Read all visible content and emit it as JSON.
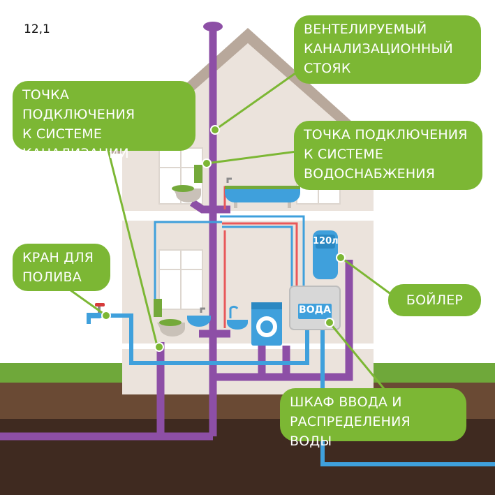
{
  "page_number": "12,1",
  "labels": {
    "vent_stack": "ВЕНТЕЛИРУЕМЫЙ\nКАНАЛИЗАЦИОННЫЙ\nСТОЯК",
    "sewer_connection": "ТОЧКА ПОДКЛЮЧЕНИЯ\nК СИСТЕМЕ\nКАНАЛИЗАЦИИ",
    "water_connection": "ТОЧКА ПОДКЛЮЧЕНИЯ\nК СИСТЕМЕ\nВОДОСНАБЖЕНИЯ",
    "garden_tap": "КРАН ДЛЯ\nПОЛИВА",
    "boiler": "БОЙЛЕР",
    "water_cabinet": "ШКАФ ВВОДА И\nРАСПРЕДЕЛЕНИЯ ВОДЫ"
  },
  "boiler_volume": "120л",
  "cabinet_sign": "ВОДА",
  "colors": {
    "callout": "#7cb734",
    "sewer_pipe": "#8d4fa6",
    "cold_water_pipe": "#3fa0dc",
    "hot_water_pipe": "#e8585a",
    "house_wall": "#ebe3dc",
    "roof": "#b8a89b",
    "grass": "#6fa83a",
    "soil": "#3f2a20",
    "topsoil": "#6a4a34"
  }
}
